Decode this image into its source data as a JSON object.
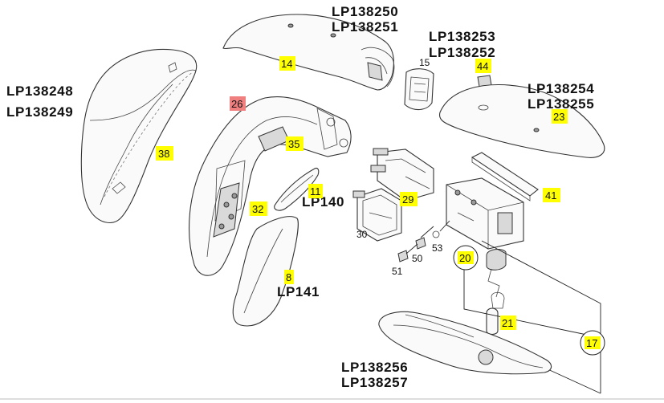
{
  "part_numbers": {
    "p1": "LP138250",
    "p2": "LP138251",
    "p3": "LP138253",
    "p4": "LP138252",
    "p5": "LP138248",
    "p6": "LP138249",
    "p7": "LP138254",
    "p8": "LP138255",
    "p9": "LP140",
    "p10": "LP141",
    "p11": "LP138256",
    "p12": "LP138257"
  },
  "callouts": {
    "c14": "14",
    "c15": "15",
    "c44": "44",
    "c23": "23",
    "c26": "26",
    "c35": "35",
    "c38": "38",
    "c11": "11",
    "c32": "32",
    "c29": "29",
    "c41": "41",
    "c30": "30",
    "c53": "53",
    "c50": "50",
    "c20": "20",
    "c51": "51",
    "c8": "8",
    "c21": "21",
    "c17": "17"
  },
  "colors": {
    "highlight_yellow": "#ffff00",
    "highlight_red": "#f08080",
    "line": "#333333"
  }
}
